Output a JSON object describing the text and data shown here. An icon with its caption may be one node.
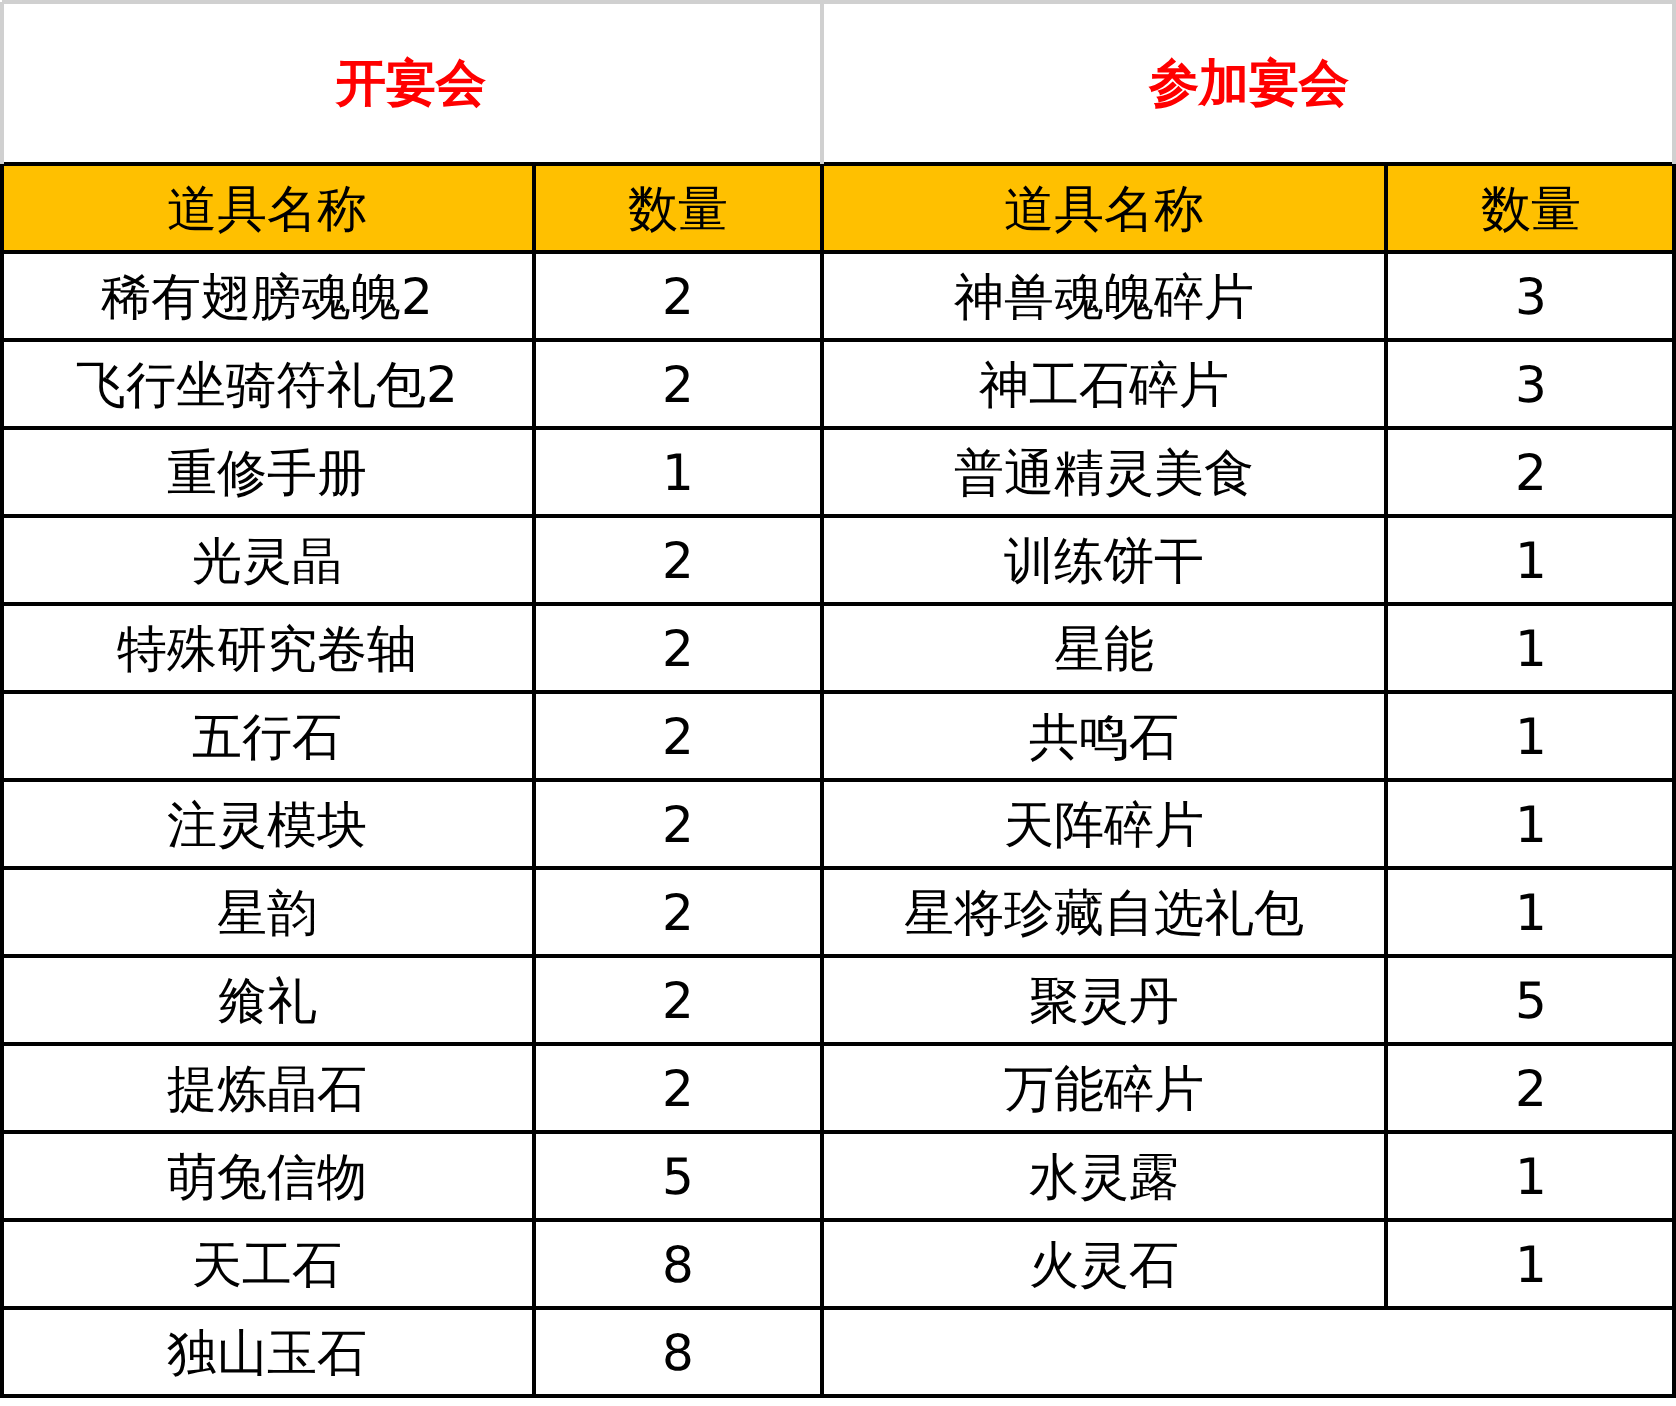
{
  "diagram": {
    "labels": [
      "开宴会",
      "参加宴会",
      "道具名称",
      "数量",
      "道具名称",
      "数量",
      "稀有翅膀魂魄2",
      "2",
      "神兽魂魄碎片",
      "3",
      "飞行坐骑符礼包2",
      "2",
      "神工石碎片",
      "3",
      "重修手册",
      "1",
      "普通精灵美食",
      "2",
      "光灵晶",
      "2",
      "训练饼干",
      "1",
      "特殊研究卷轴",
      "2",
      "星能",
      "1",
      "五行石",
      "2",
      "共鸣石",
      "1",
      "注灵模块",
      "2",
      "天阵碎片",
      "1",
      "星韵",
      "2",
      "星将珍藏自选礼包",
      "1",
      "飨礼",
      "2",
      "聚灵丹",
      "5",
      "提炼晶石",
      "2",
      "万能碎片",
      "2",
      "萌兔信物",
      "5",
      "水灵露",
      "1",
      "天工石",
      "8",
      "火灵石",
      "1",
      "独山玉石",
      "8"
    ]
  }
}
